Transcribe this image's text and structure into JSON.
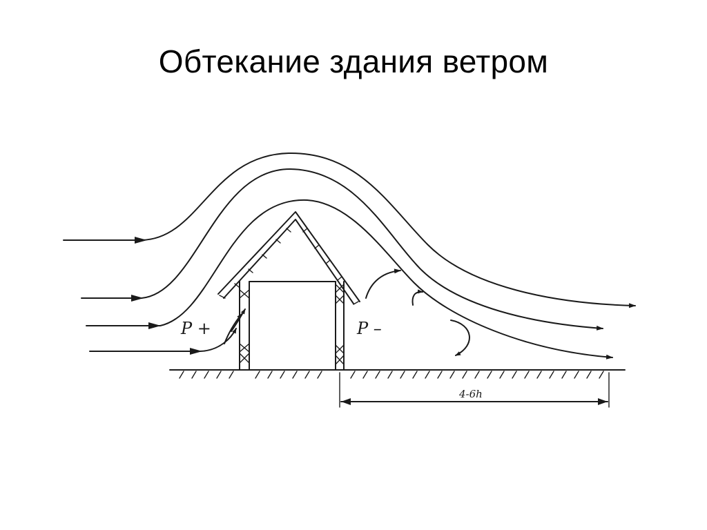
{
  "slide": {
    "title": "Обтекание здания ветром"
  },
  "diagram": {
    "labels": {
      "windward_pressure": "P +",
      "leeward_pressure": "P –",
      "wake_length": "4-6h"
    },
    "wind_streamlines": 4,
    "leeward_eddies": 3
  }
}
